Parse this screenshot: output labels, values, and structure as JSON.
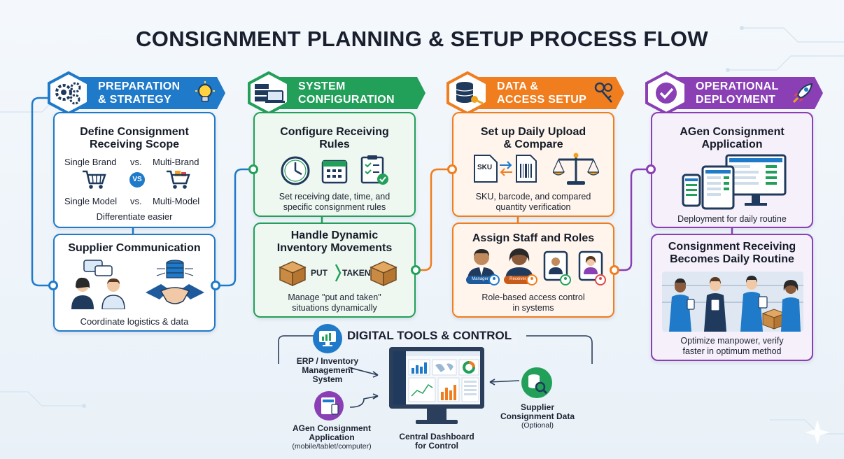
{
  "title": "CONSIGNMENT PLANNING & SETUP PROCESS FLOW",
  "columns": [
    {
      "heading_line1": "PREPARATION",
      "heading_line2": "& STRATEGY",
      "color": "#1f7ac9",
      "cards": [
        {
          "title_line1": "Define Consignment",
          "title_line2": "Receiving Scope",
          "single_brand": "Single Brand",
          "vs1": "vs.",
          "multi_brand": "Multi-Brand",
          "vs_badge": "VS",
          "single_model": "Single Model",
          "vs2": "vs.",
          "multi_model": "Multi-Model",
          "caption": "Differentiate easier"
        },
        {
          "title": "Supplier Communication",
          "caption": "Coordinate logistics & data"
        }
      ]
    },
    {
      "heading_line1": "SYSTEM",
      "heading_line2": "CONFIGURATION",
      "color": "#22a05a",
      "cards": [
        {
          "title_line1": "Configure Receiving",
          "title_line2": "Rules",
          "caption_line1": "Set receiving date, time, and",
          "caption_line2": "specific consignment rules"
        },
        {
          "title_line1": "Handle Dynamic",
          "title_line2": "Inventory Movements",
          "put": "PUT",
          "taken": "TAKEN",
          "caption_line1": "Manage \"put and taken\"",
          "caption_line2": "situations dynamically"
        }
      ]
    },
    {
      "heading_line1": "DATA &",
      "heading_line2": "ACCESS SETUP",
      "color": "#f07d1e",
      "cards": [
        {
          "title_line1": "Set up Daily Upload",
          "title_line2": "& Compare",
          "sku": "SKU",
          "caption_line1": "SKU, barcode, and compared",
          "caption_line2": "quantity verification"
        },
        {
          "title": "Assign Staff and Roles",
          "badge1": "Manager",
          "badge2": "Receiver",
          "caption_line1": "Role-based access control",
          "caption_line2": "in systems"
        }
      ]
    },
    {
      "heading_line1": "OPERATIONAL",
      "heading_line2": "DEPLOYMENT",
      "color": "#8a3fb5",
      "cards": [
        {
          "title_line1": "AGen Consignment",
          "title_line2": "Application",
          "caption": "Deployment for daily routine"
        },
        {
          "title_line1": "Consignment Receiving",
          "title_line2": "Becomes Daily Routine",
          "caption_line1": "Optimize manpower, verify",
          "caption_line2": "faster in optimum method"
        }
      ]
    }
  ],
  "tools": {
    "title": "DIGITAL TOOLS & CONTROL",
    "erp_line1": "ERP / Inventory",
    "erp_line2": "Management",
    "erp_line3": "System",
    "app_line1": "AGen Consignment",
    "app_line2": "Application",
    "app_sub": "(mobile/tablet/computer)",
    "dash_line1": "Central Dashboard",
    "dash_line2": "for Control",
    "supplier_line1": "Supplier",
    "supplier_line2": "Consignment Data",
    "supplier_sub": "(Optional)"
  },
  "icons": [
    "gears-icon",
    "lightbulb-icon",
    "server-icon",
    "laptop-icon",
    "database-icon",
    "key-icon",
    "checkmark-icon",
    "rocket-icon",
    "shopping-cart-icon",
    "clock-icon",
    "calendar-icon",
    "checklist-icon",
    "box-icon",
    "scale-icon",
    "barcode-icon",
    "handshake-icon",
    "chat-bubbles-icon",
    "monitor-icon",
    "tablet-icon",
    "phone-icon",
    "magnifier-icon"
  ]
}
